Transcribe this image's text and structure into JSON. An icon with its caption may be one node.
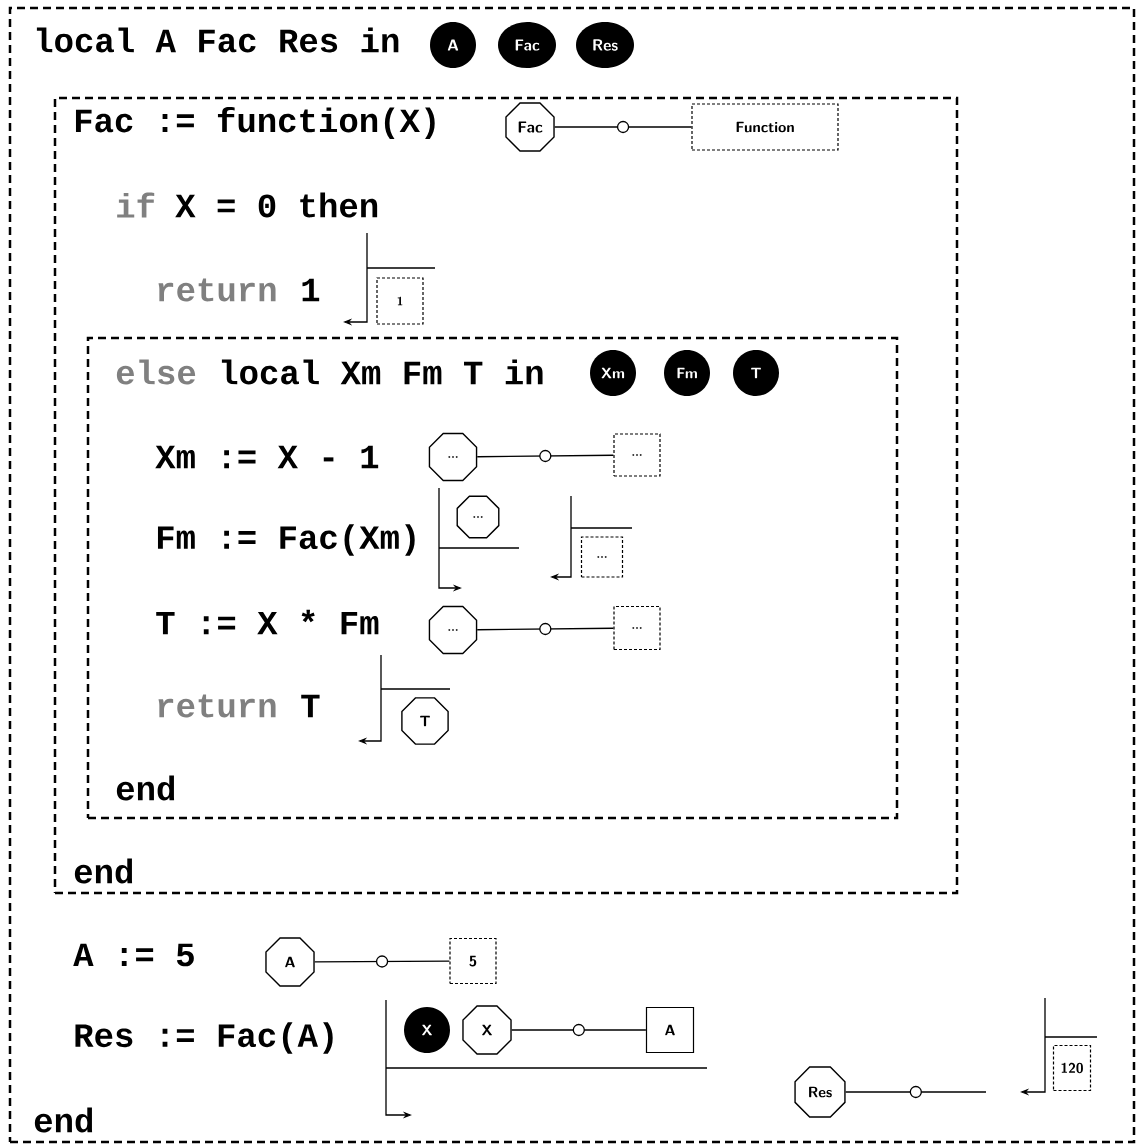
{
  "diagram": {
    "nodes": [
      {
        "text": [
          "local A Fac Res in",
          "A := 5",
          "Res := Fac(A)",
          "end"
        ]
      },
      {
        "text": [
          "A"
        ],
        "in": 0
      },
      {
        "text": [
          "Fac"
        ],
        "in": 0
      },
      {
        "text": [
          "Res"
        ],
        "in": 0
      },
      {
        "text": [
          "Fac := function(X)",
          "if",
          "X = 0 then",
          "return",
          "1",
          "end"
        ],
        "in": 0
      },
      {
        "text": [
          "Fac"
        ],
        "in": 4
      },
      {
        "text": [
          "Function"
        ],
        "in": 4
      },
      {
        "text": [
          "1"
        ],
        "in": 4
      },
      {
        "text": [
          "else",
          "local Xm Fm T in",
          "Xm := X - 1",
          "Fm := Fac(Xm)",
          "T := X * Fm",
          "return",
          "T",
          "end"
        ],
        "in": 4
      },
      {
        "text": [
          "Xm"
        ],
        "in": 8
      },
      {
        "text": [
          "Fm"
        ],
        "in": 8
      },
      {
        "text": [
          "T"
        ],
        "in": 8
      },
      {
        "text": [
          "..."
        ],
        "in": 8
      },
      {
        "text": [
          "..."
        ],
        "in": 8
      },
      {
        "text": [
          "..."
        ],
        "in": 8
      },
      {
        "text": [
          "..."
        ],
        "in": 8
      },
      {
        "text": [
          "..."
        ],
        "in": 8
      },
      {
        "text": [
          "..."
        ],
        "in": 8
      },
      {
        "text": [
          "T"
        ],
        "in": 8
      },
      {
        "text": [
          "A"
        ],
        "in": 0
      },
      {
        "text": [
          "5"
        ],
        "in": 0
      },
      {
        "text": [
          "X"
        ],
        "in": 0
      },
      {
        "text": [
          "X"
        ],
        "in": 0
      },
      {
        "text": [
          "A"
        ],
        "in": 0
      },
      {
        "text": [
          "Res"
        ],
        "in": 0
      },
      {
        "text": [
          "120"
        ],
        "in": 0
      }
    ],
    "edges": [
      {
        "from": 5,
        "to": 6,
        "arrow": "none"
      },
      {
        "from": 12,
        "to": 13,
        "arrow": "none"
      },
      {
        "from": 16,
        "to": 17,
        "arrow": "none"
      },
      {
        "from": 19,
        "to": 20,
        "arrow": "none"
      },
      {
        "from": 22,
        "to": 23,
        "arrow": "none"
      },
      {
        "from": 24,
        "to": null,
        "arrow": "none"
      }
    ]
  }
}
